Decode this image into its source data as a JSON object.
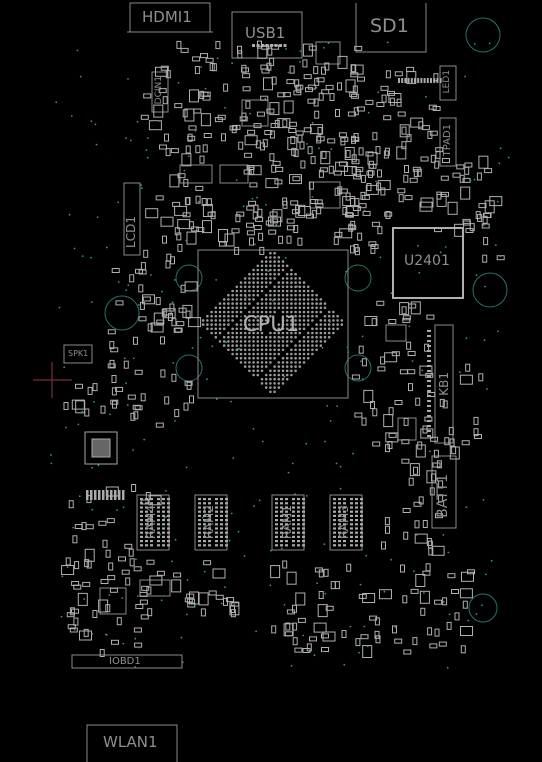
{
  "board": {
    "background": "#000000",
    "silkscreen_color": "#9a9a9a",
    "pad_color": "#bdbdbd",
    "via_color": "#2a9a8a",
    "components": {
      "hdmi": "HDMI1",
      "usb": "USB1",
      "sd": "SD1",
      "dcin": "DCIN1",
      "led": "LED1",
      "tpad": "TPAD1",
      "lcd": "LCD1",
      "u2401": "U2401",
      "cpu": "CPU1",
      "spk": "SPK1",
      "kb": "KB1",
      "batt": "BATT1",
      "ram4": "RAM4",
      "ram2": "RAM2",
      "ram1": "RAM1",
      "ram3": "RAM3",
      "iobd": "IOBD1",
      "wlan": "WLAN1"
    }
  }
}
